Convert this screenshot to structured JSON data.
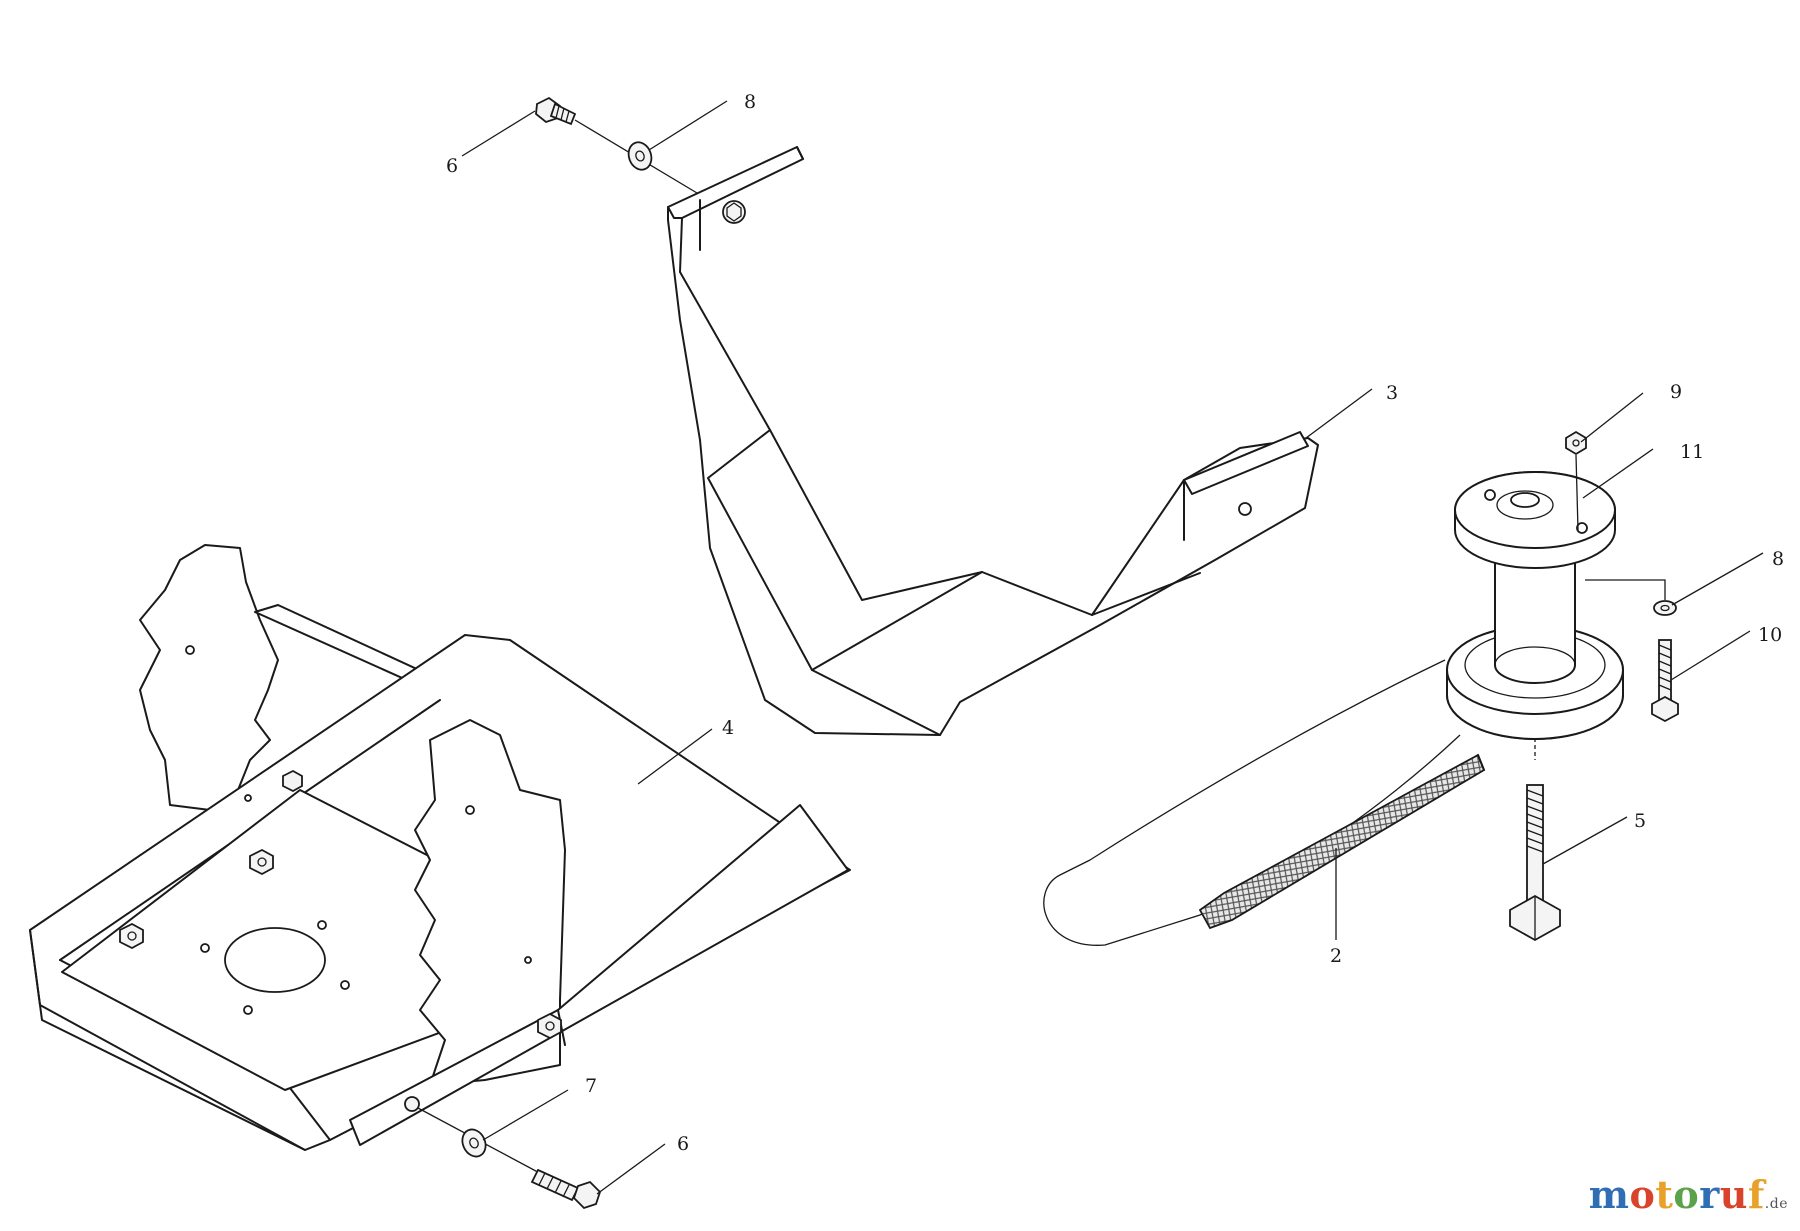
{
  "callouts": [
    {
      "id": "c6-top",
      "label": "6"
    },
    {
      "id": "c8-top",
      "label": "8"
    },
    {
      "id": "c3",
      "label": "3"
    },
    {
      "id": "c9",
      "label": "9"
    },
    {
      "id": "c11",
      "label": "11"
    },
    {
      "id": "c8-right",
      "label": "8"
    },
    {
      "id": "c10",
      "label": "10"
    },
    {
      "id": "c4",
      "label": "4"
    },
    {
      "id": "c5",
      "label": "5"
    },
    {
      "id": "c2",
      "label": "2"
    },
    {
      "id": "c7",
      "label": "7"
    },
    {
      "id": "c6-bottom",
      "label": "6"
    }
  ],
  "watermark": {
    "text": "motoruf",
    "suffix": ".de"
  }
}
